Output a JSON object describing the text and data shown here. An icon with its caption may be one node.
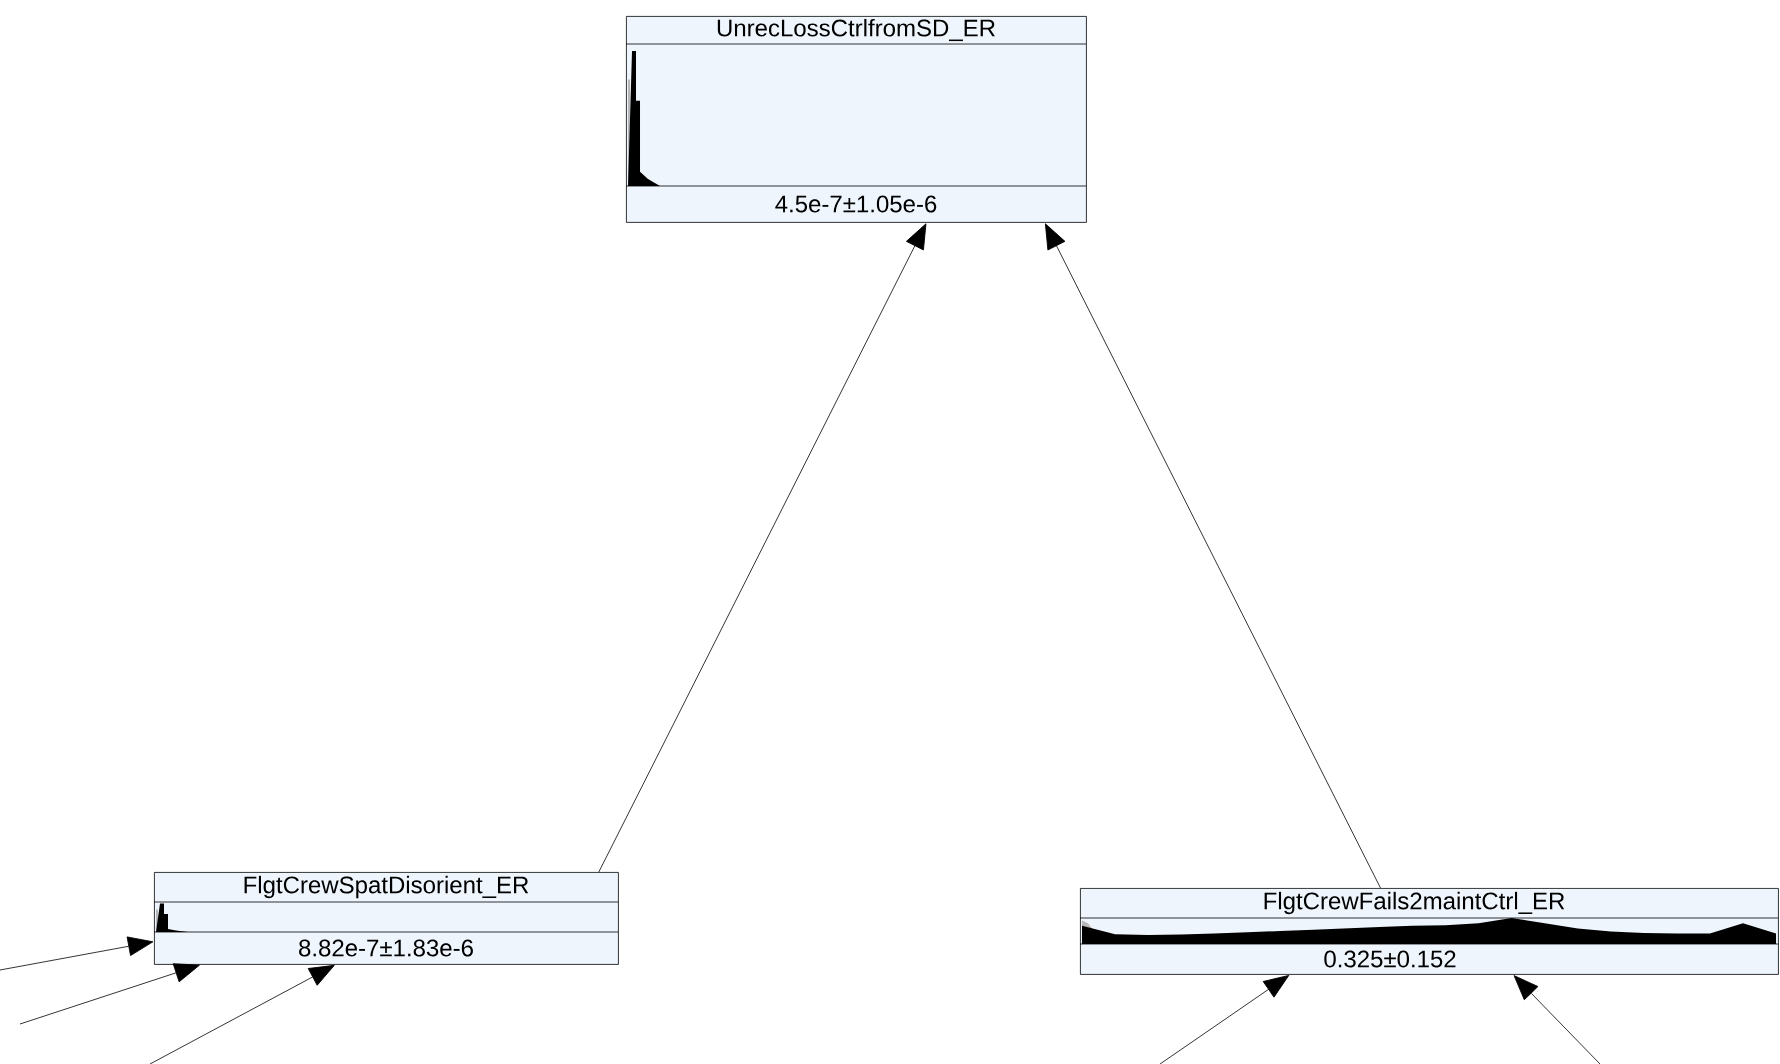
{
  "diagram": {
    "nodes": [
      {
        "text": [
          "UnrecLossCtrlfromSD_ER",
          "4.5e-7±1.05e-6"
        ]
      },
      {
        "text": [
          "FlgtCrewSpatDisorient_ER",
          "8.82e-7±1.83e-6"
        ]
      },
      {
        "text": [
          "FlgtCrewFails2maintCtrl_ER",
          "0.325±0.152"
        ]
      }
    ],
    "edges": [
      {
        "from": 1,
        "to": 0,
        "arrow": "to"
      },
      {
        "from": 2,
        "to": 0,
        "arrow": "to"
      },
      {
        "from": null,
        "to": 1,
        "arrow": "to"
      },
      {
        "from": null,
        "to": 1,
        "arrow": "to"
      },
      {
        "from": null,
        "to": 1,
        "arrow": "to"
      },
      {
        "from": null,
        "to": 2,
        "arrow": "to"
      },
      {
        "from": null,
        "to": 2,
        "arrow": "to"
      }
    ]
  }
}
